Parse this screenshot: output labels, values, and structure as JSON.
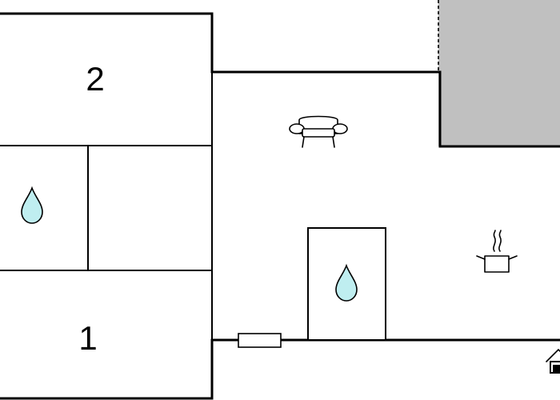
{
  "rooms": {
    "upper_bedroom": {
      "label": "2"
    },
    "lower_bedroom": {
      "label": "1"
    }
  },
  "icons": {
    "bathroom_left": "water-drop-icon",
    "bathroom_center": "water-drop-icon",
    "living_area": "sofa-icon",
    "kitchen": "cooking-pot-icon",
    "entrance": "house-entrance-icon",
    "terrace": "terrace-area"
  },
  "colors": {
    "wall": "#000000",
    "water_drop": "#bfeef0",
    "terrace": "#c0c0c0",
    "background": "#ffffff"
  }
}
